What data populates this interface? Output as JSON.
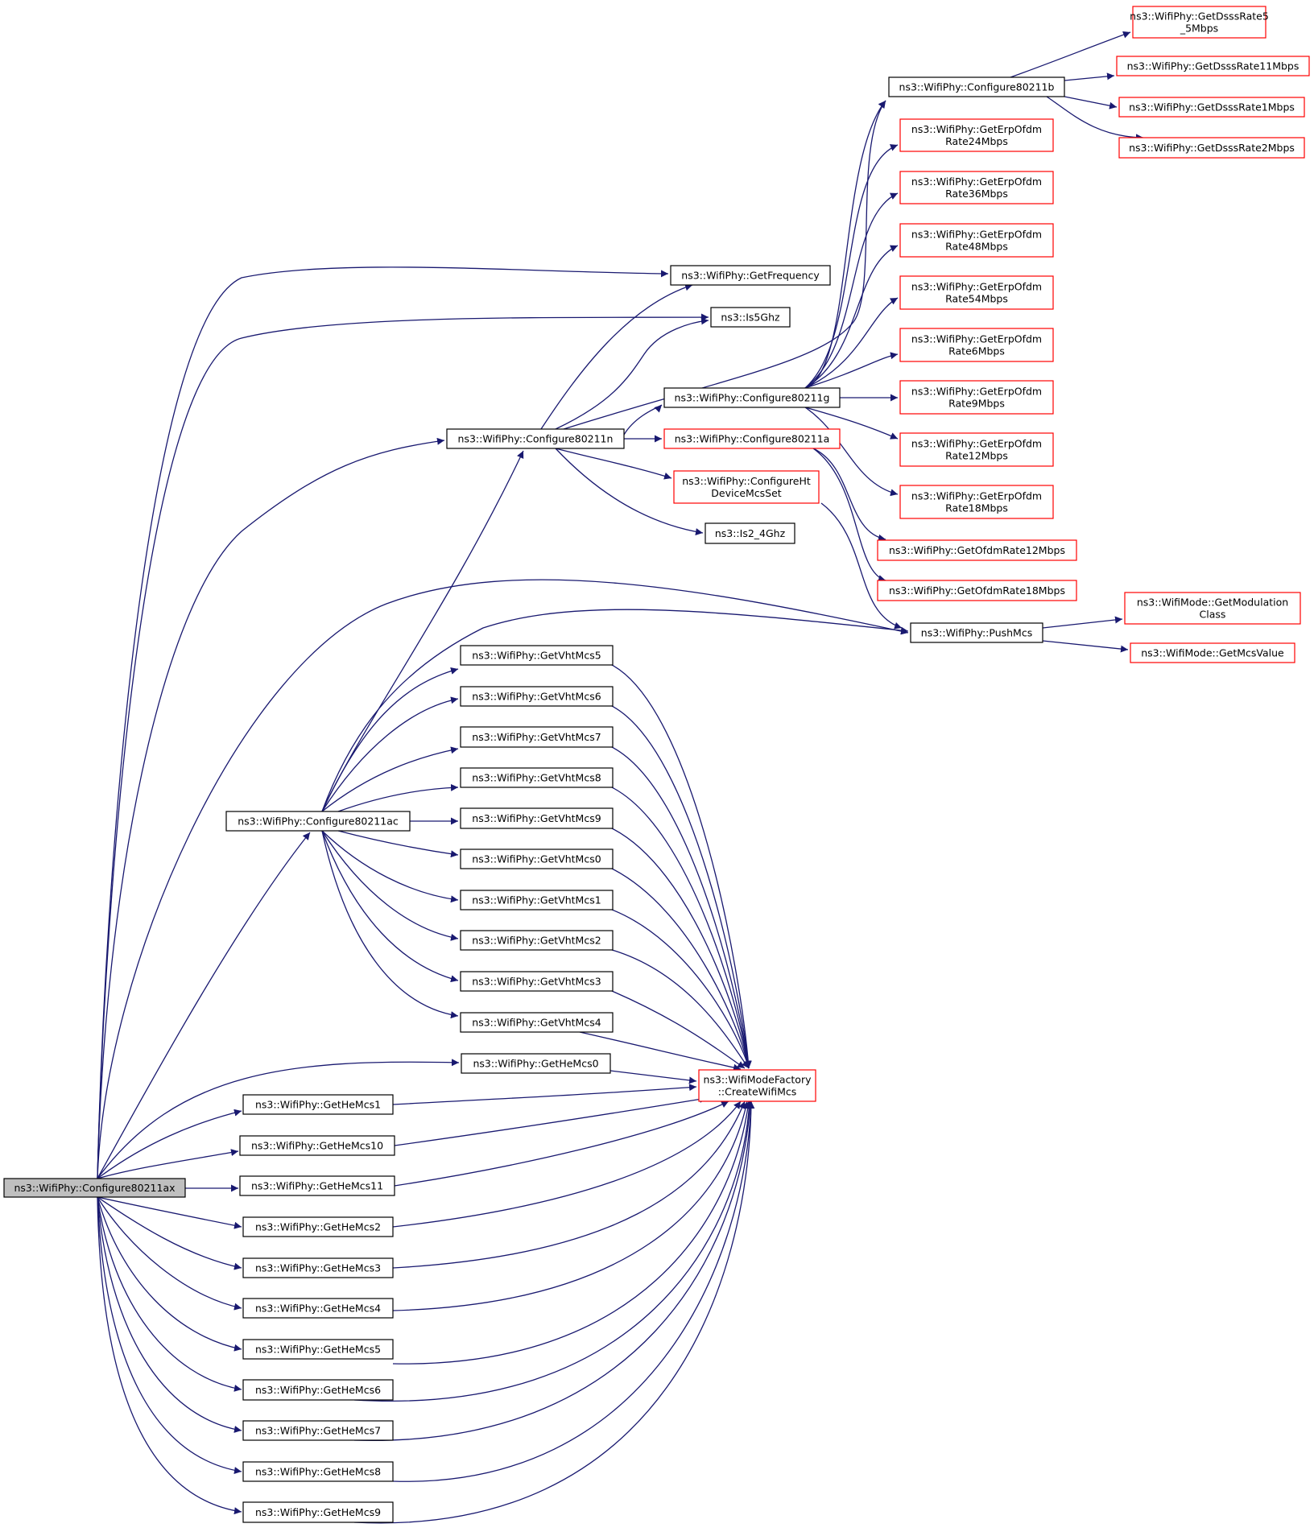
{
  "colors": {
    "edge": "#191970",
    "normal_border": "#000000",
    "truncated_border": "#ff0000",
    "root_fill": "#bfbfbf",
    "fill": "#ffffff"
  },
  "nodes": [
    {
      "id": "root",
      "lines": [
        "ns3::WifiPhy::Configure80211ax"
      ],
      "style": "root"
    },
    {
      "id": "c80211n",
      "lines": [
        "ns3::WifiPhy::Configure80211n"
      ],
      "style": "normal"
    },
    {
      "id": "c80211ac",
      "lines": [
        "ns3::WifiPhy::Configure80211ac"
      ],
      "style": "normal"
    },
    {
      "id": "getFreq",
      "lines": [
        "ns3::WifiPhy::GetFrequency"
      ],
      "style": "normal"
    },
    {
      "id": "is5",
      "lines": [
        "ns3::Is5Ghz"
      ],
      "style": "normal"
    },
    {
      "id": "c80211g",
      "lines": [
        "ns3::WifiPhy::Configure80211g"
      ],
      "style": "normal"
    },
    {
      "id": "c80211a",
      "lines": [
        "ns3::WifiPhy::Configure80211a"
      ],
      "style": "truncated"
    },
    {
      "id": "confHt",
      "lines": [
        "ns3::WifiPhy::ConfigureHt",
        "DeviceMcsSet"
      ],
      "style": "truncated"
    },
    {
      "id": "is24",
      "lines": [
        "ns3::Is2_4Ghz"
      ],
      "style": "normal"
    },
    {
      "id": "c80211b",
      "lines": [
        "ns3::WifiPhy::Configure80211b"
      ],
      "style": "normal"
    },
    {
      "id": "dsss55",
      "lines": [
        "ns3::WifiPhy::GetDsssRate5",
        "_5Mbps"
      ],
      "style": "truncated"
    },
    {
      "id": "dsss11",
      "lines": [
        "ns3::WifiPhy::GetDsssRate11Mbps"
      ],
      "style": "truncated"
    },
    {
      "id": "dsss1",
      "lines": [
        "ns3::WifiPhy::GetDsssRate1Mbps"
      ],
      "style": "truncated"
    },
    {
      "id": "dsss2",
      "lines": [
        "ns3::WifiPhy::GetDsssRate2Mbps"
      ],
      "style": "truncated"
    },
    {
      "id": "erp24",
      "lines": [
        "ns3::WifiPhy::GetErpOfdm",
        "Rate24Mbps"
      ],
      "style": "truncated"
    },
    {
      "id": "erp36",
      "lines": [
        "ns3::WifiPhy::GetErpOfdm",
        "Rate36Mbps"
      ],
      "style": "truncated"
    },
    {
      "id": "erp48",
      "lines": [
        "ns3::WifiPhy::GetErpOfdm",
        "Rate48Mbps"
      ],
      "style": "truncated"
    },
    {
      "id": "erp54",
      "lines": [
        "ns3::WifiPhy::GetErpOfdm",
        "Rate54Mbps"
      ],
      "style": "truncated"
    },
    {
      "id": "erp6",
      "lines": [
        "ns3::WifiPhy::GetErpOfdm",
        "Rate6Mbps"
      ],
      "style": "truncated"
    },
    {
      "id": "erp9",
      "lines": [
        "ns3::WifiPhy::GetErpOfdm",
        "Rate9Mbps"
      ],
      "style": "truncated"
    },
    {
      "id": "erp12",
      "lines": [
        "ns3::WifiPhy::GetErpOfdm",
        "Rate12Mbps"
      ],
      "style": "truncated"
    },
    {
      "id": "erp18",
      "lines": [
        "ns3::WifiPhy::GetErpOfdm",
        "Rate18Mbps"
      ],
      "style": "truncated"
    },
    {
      "id": "ofdm12",
      "lines": [
        "ns3::WifiPhy::GetOfdmRate12Mbps"
      ],
      "style": "truncated"
    },
    {
      "id": "ofdm18",
      "lines": [
        "ns3::WifiPhy::GetOfdmRate18Mbps"
      ],
      "style": "truncated"
    },
    {
      "id": "pushMcs",
      "lines": [
        "ns3::WifiPhy::PushMcs"
      ],
      "style": "normal"
    },
    {
      "id": "getModClass",
      "lines": [
        "ns3::WifiMode::GetModulation",
        "Class"
      ],
      "style": "truncated"
    },
    {
      "id": "getMcsValue",
      "lines": [
        "ns3::WifiMode::GetMcsValue"
      ],
      "style": "truncated"
    },
    {
      "id": "vht5",
      "lines": [
        "ns3::WifiPhy::GetVhtMcs5"
      ],
      "style": "normal"
    },
    {
      "id": "vht6",
      "lines": [
        "ns3::WifiPhy::GetVhtMcs6"
      ],
      "style": "normal"
    },
    {
      "id": "vht7",
      "lines": [
        "ns3::WifiPhy::GetVhtMcs7"
      ],
      "style": "normal"
    },
    {
      "id": "vht8",
      "lines": [
        "ns3::WifiPhy::GetVhtMcs8"
      ],
      "style": "normal"
    },
    {
      "id": "vht9",
      "lines": [
        "ns3::WifiPhy::GetVhtMcs9"
      ],
      "style": "normal"
    },
    {
      "id": "vht0",
      "lines": [
        "ns3::WifiPhy::GetVhtMcs0"
      ],
      "style": "normal"
    },
    {
      "id": "vht1",
      "lines": [
        "ns3::WifiPhy::GetVhtMcs1"
      ],
      "style": "normal"
    },
    {
      "id": "vht2",
      "lines": [
        "ns3::WifiPhy::GetVhtMcs2"
      ],
      "style": "normal"
    },
    {
      "id": "vht3",
      "lines": [
        "ns3::WifiPhy::GetVhtMcs3"
      ],
      "style": "normal"
    },
    {
      "id": "vht4",
      "lines": [
        "ns3::WifiPhy::GetVhtMcs4"
      ],
      "style": "normal"
    },
    {
      "id": "he0",
      "lines": [
        "ns3::WifiPhy::GetHeMcs0"
      ],
      "style": "normal"
    },
    {
      "id": "createWifiMcs",
      "lines": [
        "ns3::WifiModeFactory",
        "::CreateWifiMcs"
      ],
      "style": "truncated"
    },
    {
      "id": "he1",
      "lines": [
        "ns3::WifiPhy::GetHeMcs1"
      ],
      "style": "normal"
    },
    {
      "id": "he10",
      "lines": [
        "ns3::WifiPhy::GetHeMcs10"
      ],
      "style": "normal"
    },
    {
      "id": "he11",
      "lines": [
        "ns3::WifiPhy::GetHeMcs11"
      ],
      "style": "normal"
    },
    {
      "id": "he2",
      "lines": [
        "ns3::WifiPhy::GetHeMcs2"
      ],
      "style": "normal"
    },
    {
      "id": "he3",
      "lines": [
        "ns3::WifiPhy::GetHeMcs3"
      ],
      "style": "normal"
    },
    {
      "id": "he4",
      "lines": [
        "ns3::WifiPhy::GetHeMcs4"
      ],
      "style": "normal"
    },
    {
      "id": "he5",
      "lines": [
        "ns3::WifiPhy::GetHeMcs5"
      ],
      "style": "normal"
    },
    {
      "id": "he6",
      "lines": [
        "ns3::WifiPhy::GetHeMcs6"
      ],
      "style": "normal"
    },
    {
      "id": "he7",
      "lines": [
        "ns3::WifiPhy::GetHeMcs7"
      ],
      "style": "normal"
    },
    {
      "id": "he8",
      "lines": [
        "ns3::WifiPhy::GetHeMcs8"
      ],
      "style": "normal"
    },
    {
      "id": "he9",
      "lines": [
        "ns3::WifiPhy::GetHeMcs9"
      ],
      "style": "normal"
    }
  ],
  "edges": [
    [
      "root",
      "getFreq"
    ],
    [
      "root",
      "is5"
    ],
    [
      "root",
      "c80211n"
    ],
    [
      "root",
      "pushMcs"
    ],
    [
      "root",
      "c80211ac"
    ],
    [
      "root",
      "he0"
    ],
    [
      "root",
      "he1"
    ],
    [
      "root",
      "he10"
    ],
    [
      "root",
      "he11"
    ],
    [
      "root",
      "he2"
    ],
    [
      "root",
      "he3"
    ],
    [
      "root",
      "he4"
    ],
    [
      "root",
      "he5"
    ],
    [
      "root",
      "he6"
    ],
    [
      "root",
      "he7"
    ],
    [
      "root",
      "he8"
    ],
    [
      "root",
      "he9"
    ],
    [
      "c80211n",
      "getFreq"
    ],
    [
      "c80211n",
      "is5"
    ],
    [
      "c80211n",
      "c80211b"
    ],
    [
      "c80211n",
      "c80211g"
    ],
    [
      "c80211n",
      "c80211a"
    ],
    [
      "c80211n",
      "confHt"
    ],
    [
      "c80211n",
      "is24"
    ],
    [
      "c80211g",
      "c80211b"
    ],
    [
      "c80211g",
      "erp24"
    ],
    [
      "c80211g",
      "erp36"
    ],
    [
      "c80211g",
      "erp48"
    ],
    [
      "c80211g",
      "erp54"
    ],
    [
      "c80211g",
      "erp6"
    ],
    [
      "c80211g",
      "erp9"
    ],
    [
      "c80211g",
      "erp12"
    ],
    [
      "c80211g",
      "erp18"
    ],
    [
      "c80211a",
      "ofdm12"
    ],
    [
      "c80211a",
      "ofdm18"
    ],
    [
      "c80211b",
      "dsss55"
    ],
    [
      "c80211b",
      "dsss11"
    ],
    [
      "c80211b",
      "dsss1"
    ],
    [
      "c80211b",
      "dsss2"
    ],
    [
      "confHt",
      "pushMcs"
    ],
    [
      "pushMcs",
      "getModClass"
    ],
    [
      "pushMcs",
      "getMcsValue"
    ],
    [
      "c80211ac",
      "c80211n"
    ],
    [
      "c80211ac",
      "pushMcs"
    ],
    [
      "c80211ac",
      "vht5"
    ],
    [
      "c80211ac",
      "vht6"
    ],
    [
      "c80211ac",
      "vht7"
    ],
    [
      "c80211ac",
      "vht8"
    ],
    [
      "c80211ac",
      "vht9"
    ],
    [
      "c80211ac",
      "vht0"
    ],
    [
      "c80211ac",
      "vht1"
    ],
    [
      "c80211ac",
      "vht2"
    ],
    [
      "c80211ac",
      "vht3"
    ],
    [
      "c80211ac",
      "vht4"
    ],
    [
      "vht5",
      "createWifiMcs"
    ],
    [
      "vht6",
      "createWifiMcs"
    ],
    [
      "vht7",
      "createWifiMcs"
    ],
    [
      "vht8",
      "createWifiMcs"
    ],
    [
      "vht9",
      "createWifiMcs"
    ],
    [
      "vht0",
      "createWifiMcs"
    ],
    [
      "vht1",
      "createWifiMcs"
    ],
    [
      "vht2",
      "createWifiMcs"
    ],
    [
      "vht3",
      "createWifiMcs"
    ],
    [
      "vht4",
      "createWifiMcs"
    ],
    [
      "he0",
      "createWifiMcs"
    ],
    [
      "he1",
      "createWifiMcs"
    ],
    [
      "he10",
      "createWifiMcs"
    ],
    [
      "he11",
      "createWifiMcs"
    ],
    [
      "he2",
      "createWifiMcs"
    ],
    [
      "he3",
      "createWifiMcs"
    ],
    [
      "he4",
      "createWifiMcs"
    ],
    [
      "he5",
      "createWifiMcs"
    ],
    [
      "he6",
      "createWifiMcs"
    ],
    [
      "he7",
      "createWifiMcs"
    ],
    [
      "he8",
      "createWifiMcs"
    ],
    [
      "he9",
      "createWifiMcs"
    ]
  ]
}
